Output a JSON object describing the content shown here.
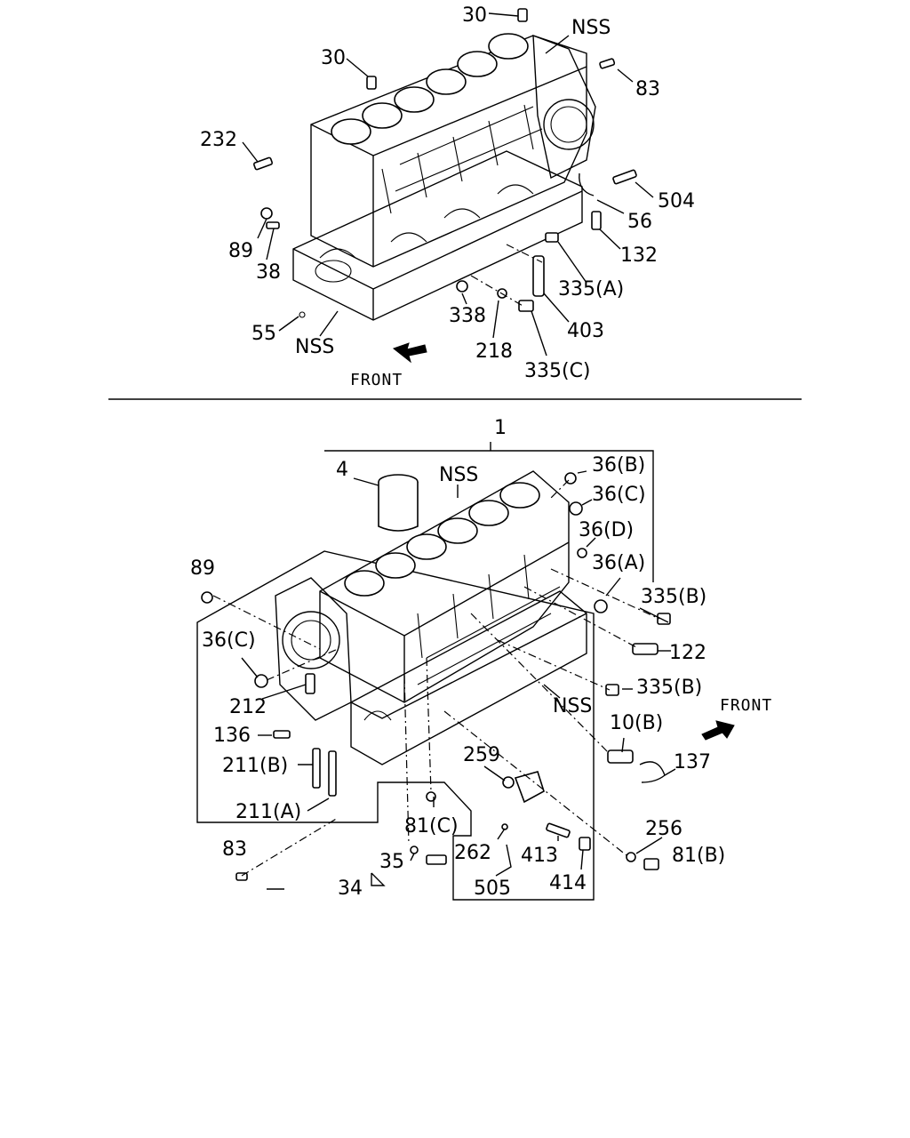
{
  "top_diagram": {
    "labels": [
      "30",
      "30",
      "NSS",
      "83",
      "232",
      "504",
      "56",
      "89",
      "132",
      "38",
      "335(A)",
      "338",
      "403",
      "55",
      "NSS",
      "218",
      "335(C)"
    ],
    "front_label": "FRONT"
  },
  "bottom_diagram": {
    "labels": [
      "1",
      "4",
      "NSS",
      "36(B)",
      "36(C)",
      "36(D)",
      "36(A)",
      "89",
      "335(B)",
      "36(C)",
      "122",
      "212",
      "335(B)",
      "NSS",
      "136",
      "10(B)",
      "259",
      "137",
      "211(B)",
      "211(A)",
      "81(C)",
      "256",
      "83",
      "262",
      "413",
      "81(B)",
      "35",
      "414",
      "34",
      "505"
    ],
    "front_label": "FRONT"
  }
}
